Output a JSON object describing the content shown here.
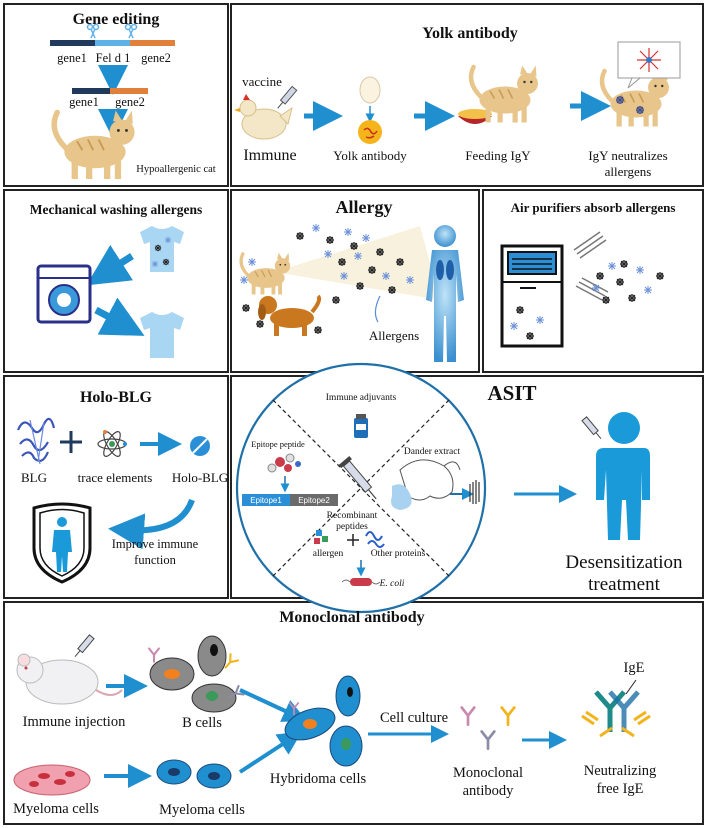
{
  "gene_editing": {
    "title": "Gene editing",
    "gene1": "gene1",
    "feld1": "Fel d 1",
    "gene2": "gene2",
    "gene1b": "gene1",
    "gene2b": "gene2",
    "cat_label": "Hypoallergenic cat"
  },
  "yolk": {
    "title": "Yolk antibody",
    "vaccine": "vaccine",
    "immune": "Immune",
    "yolk_antibody": "Yolk antibody",
    "feeding": "Feeding IgY",
    "neutralizes_1": "IgY neutralizes",
    "neutralizes_2": "allergens"
  },
  "washing": {
    "title": "Mechanical washing allergens"
  },
  "allergy": {
    "title": "Allergy",
    "allergens": "Allergens"
  },
  "air": {
    "title": "Air purifiers absorb allergens"
  },
  "holo": {
    "title": "Holo-BLG",
    "blg": "BLG",
    "trace": "trace elements",
    "holo_blg": "Holo-BLG",
    "improve_1": "Improve immune",
    "improve_2": "function"
  },
  "asit": {
    "title": "ASIT",
    "adjuvants": "Immune adjuvants",
    "epitope_peptide": "Epitope peptide",
    "epitope1": "Epitope1",
    "epitope2": "Epitope2",
    "dander": "Dander extract",
    "recombinant_1": "Recombinant",
    "recombinant_2": "peptides",
    "allergen": "allergen",
    "other_proteins": "Other proteins",
    "ecoli": "E. coli",
    "desens_1": "Desensitization",
    "desens_2": "treatment"
  },
  "mono": {
    "title": "Monoclonal antibody",
    "immune_injection": "Immune injection",
    "b_cells": "B cells",
    "myeloma_1": "Myeloma cells",
    "myeloma_2": "Myeloma cells",
    "hybridoma": "Hybridoma cells",
    "cell_culture": "Cell culture",
    "mono_1": "Monoclonal",
    "mono_2": "antibody",
    "ige": "IgE",
    "neutral_1": "Neutralizing",
    "neutral_2": "free IgE"
  },
  "colors": {
    "arrow": "#1f8fd0",
    "gene_dark": "#1f3a5c",
    "gene_orange": "#e0803a",
    "gene_blue": "#5fb2e8",
    "person": "#1a9ad9",
    "cat": "#e8c58a"
  }
}
